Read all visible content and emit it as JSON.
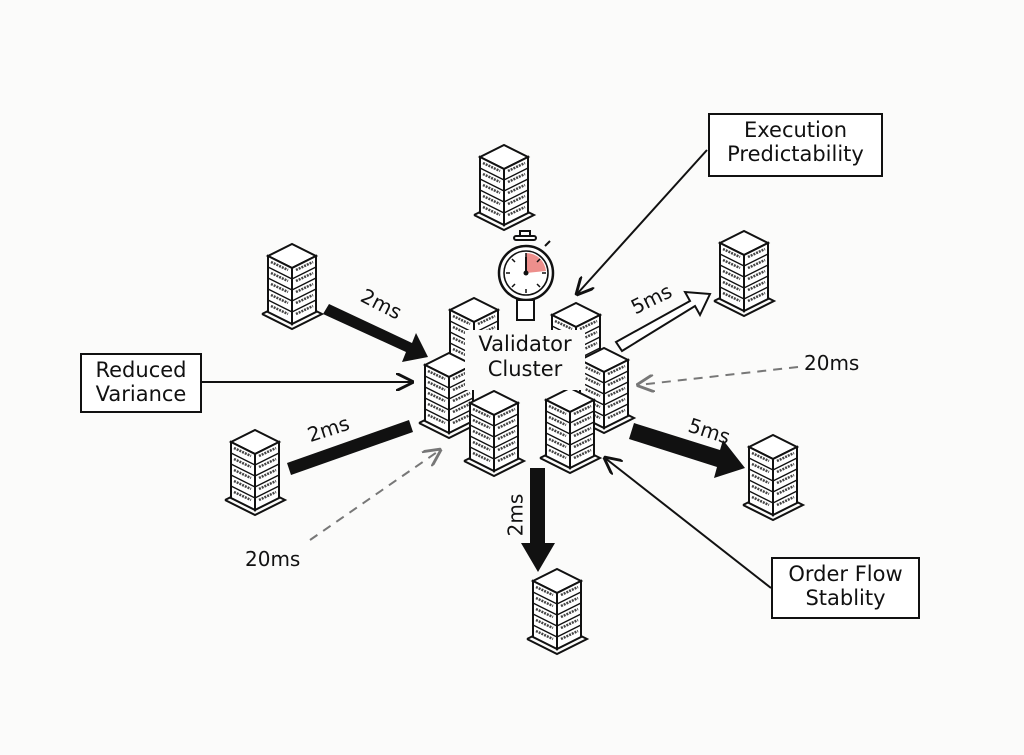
{
  "diagram": {
    "title": "Validator Cluster",
    "center": {
      "label_line1": "Validator",
      "label_line2": "Cluster",
      "timer_icon": "stopwatch-icon",
      "timer_accent": "#e8736f"
    },
    "callouts": {
      "execution": {
        "line1": "Execution",
        "line2": "Predictability"
      },
      "variance": {
        "line1": "Reduced",
        "line2": "Variance"
      },
      "orderflow": {
        "line1": "Order Flow",
        "line2": "Stablity"
      }
    },
    "links": [
      {
        "id": "nw",
        "label": "2ms",
        "style": "solid-bold",
        "direction": "inbound"
      },
      {
        "id": "w",
        "label": "2ms",
        "style": "solid-bold",
        "direction": "outbound-bar"
      },
      {
        "id": "s",
        "label": "2ms",
        "style": "solid-bold",
        "direction": "outbound"
      },
      {
        "id": "ne",
        "label": "5ms",
        "style": "outline",
        "direction": "outbound"
      },
      {
        "id": "se",
        "label": "5ms",
        "style": "solid-bold",
        "direction": "outbound"
      },
      {
        "id": "e",
        "label": "20ms",
        "style": "dashed",
        "direction": "inbound"
      },
      {
        "id": "sw",
        "label": "20ms",
        "style": "dashed",
        "direction": "inbound"
      }
    ],
    "colors": {
      "ink": "#111111",
      "dashed": "#777777",
      "background": "#fbfbfa"
    }
  }
}
